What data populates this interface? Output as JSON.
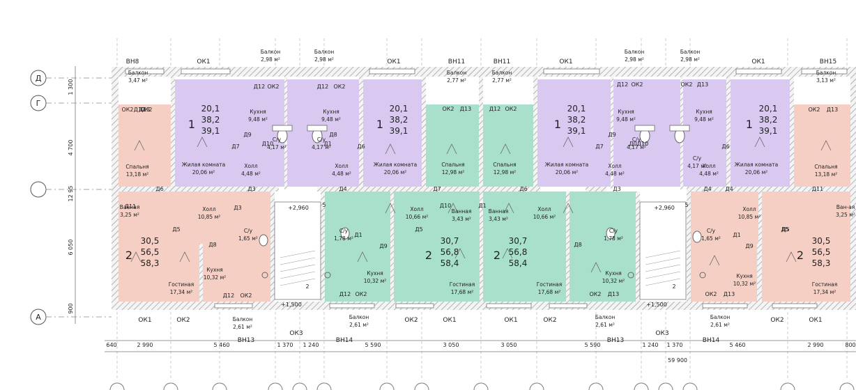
{
  "colors": {
    "purple": "#d9c8f0",
    "green": "#a8e0cc",
    "salmon": "#f6cfc4",
    "wall": "#8a8a8a"
  },
  "axes": {
    "rows": [
      "Д",
      "Г",
      "А"
    ],
    "left_dims": [
      "1 300",
      "4 700",
      "12 95",
      "6 050",
      "900"
    ]
  },
  "top_labels": [
    {
      "text": "ВН8"
    },
    {
      "text": "ОК1"
    },
    {
      "text": "ОК1"
    },
    {
      "text": "ВН11"
    },
    {
      "text": "ВН11"
    },
    {
      "text": "ОК1"
    },
    {
      "text": "ОК1"
    },
    {
      "text": "ВН15"
    }
  ],
  "balconies_top": [
    {
      "name": "Балкон",
      "area": "3,47 м²"
    },
    {
      "name": "Балкон",
      "area": "2,98 м²"
    },
    {
      "name": "Балкон",
      "area": "2,98 м²"
    },
    {
      "name": "Балкон",
      "area": "2,77 м²"
    },
    {
      "name": "Балкон",
      "area": "2,77 м²"
    },
    {
      "name": "Балкон",
      "area": "2,98 м²"
    },
    {
      "name": "Балкон",
      "area": "2,98 м²"
    },
    {
      "name": "Балкон",
      "area": "3,13 м²"
    }
  ],
  "apts_1": [
    {
      "num": "1",
      "a1": "20,1",
      "a2": "38,2",
      "a3": "39,1"
    },
    {
      "num": "1",
      "a1": "20,1",
      "a2": "38,2",
      "a3": "39,1"
    },
    {
      "num": "1",
      "a1": "20,1",
      "a2": "38,2",
      "a3": "39,1"
    },
    {
      "num": "1",
      "a1": "20,1",
      "a2": "38,2",
      "a3": "39,1"
    }
  ],
  "apts_2": [
    {
      "num": "2",
      "a1": "30,5",
      "a2": "56,5",
      "a3": "58,3"
    },
    {
      "num": "2",
      "a1": "30,7",
      "a2": "56,8",
      "a3": "58,4"
    },
    {
      "num": "2",
      "a1": "30,7",
      "a2": "56,8",
      "a3": "58,4"
    },
    {
      "num": "2",
      "a1": "30,5",
      "a2": "56,5",
      "a3": "58,3"
    }
  ],
  "rooms": [
    {
      "name": "Жилая комната",
      "area": "20,06 м²"
    },
    {
      "name": "Жилая комната",
      "area": "20,06 м²"
    },
    {
      "name": "Жилая комната",
      "area": "20,06 м²"
    },
    {
      "name": "Жилая комната",
      "area": "20,06 м²"
    },
    {
      "name": "Кухня",
      "area": "9,48 м²"
    },
    {
      "name": "Кухня",
      "area": "9,48 м²"
    },
    {
      "name": "Кухня",
      "area": "9,48 м²"
    },
    {
      "name": "Кухня",
      "area": "9,48 м²"
    },
    {
      "name": "Холл",
      "area": "4,48 м²"
    },
    {
      "name": "Холл",
      "area": "4,48 м²"
    },
    {
      "name": "Холл",
      "area": "4,48 м²"
    },
    {
      "name": "Холл",
      "area": "4,48 м²"
    },
    {
      "name": "С/у",
      "area": "4,17 м²"
    },
    {
      "name": "С/у",
      "area": "4,17 м²"
    },
    {
      "name": "С/у",
      "area": "4,17 м²"
    },
    {
      "name": "С/у",
      "area": "4,17 м²"
    },
    {
      "name": "Спальня",
      "area": "13,18 м²"
    },
    {
      "name": "Спальня",
      "area": "12,98 м²"
    },
    {
      "name": "Спальня",
      "area": "12,98 м²"
    },
    {
      "name": "Спальня",
      "area": "13,18 м²"
    },
    {
      "name": "Ванная",
      "area": "3,25 м²"
    },
    {
      "name": "Ванная",
      "area": "3,43 м²"
    },
    {
      "name": "Ванная",
      "area": "3,43 м²"
    },
    {
      "name": "Ван-ая",
      "area": "3,25 м²"
    },
    {
      "name": "Холл",
      "area": "10,85 м²"
    },
    {
      "name": "Холл",
      "area": "10,66 м²"
    },
    {
      "name": "Холл",
      "area": "10,66 м²"
    },
    {
      "name": "Холл",
      "area": "10,85 м²"
    },
    {
      "name": "С/у",
      "area": "1,65 м²"
    },
    {
      "name": "С/у",
      "area": "1,78 м²"
    },
    {
      "name": "С/у",
      "area": "1,78 м²"
    },
    {
      "name": "С/у",
      "area": "1,65 м²"
    },
    {
      "name": "Кухня",
      "area": "10,32 м²"
    },
    {
      "name": "Кухня",
      "area": "10,32 м²"
    },
    {
      "name": "Кухня",
      "area": "10,32 м²"
    },
    {
      "name": "Кухня",
      "area": "10,32 м²"
    },
    {
      "name": "Гостиная",
      "area": "17,34 м²"
    },
    {
      "name": "Гостиная",
      "area": "17,68 м²"
    },
    {
      "name": "Гостиная",
      "area": "17,68 м²"
    },
    {
      "name": "Гостиная",
      "area": "17,34 м²"
    }
  ],
  "door_labels": [
    "Д12",
    "ОК2",
    "Д12",
    "ОК2",
    "ОК2",
    "Д13",
    "ОК2",
    "Д13",
    "Д12",
    "ОК2",
    "Д12",
    "ОК2",
    "ОК2",
    "Д13",
    "ОК2",
    "Д13",
    "Д9",
    "Д7",
    "Д10",
    "Д1",
    "Д8",
    "Д6",
    "Д3",
    "Д4",
    "Д6",
    "Д11",
    "Д5",
    "Д8",
    "Д9",
    "Д1",
    "Д5",
    "Д7",
    "Д10",
    "Д1",
    "Д5",
    "Д9",
    "Д4",
    "Д7",
    "Д0",
    "Д3",
    "Д10",
    "Д6",
    "Д11",
    "Д8",
    "Д5",
    "Д12",
    "ОК2",
    "Д12",
    "ОК2",
    "ОК2",
    "Д13",
    "ОК2",
    "Д13",
    "Д12",
    "ОК2",
    "Д9",
    "Д6",
    "Д4",
    "Д3",
    "Д1"
  ],
  "bottom_labels": [
    "ОК1",
    "ОК2",
    "ОК2",
    "ОК1",
    "ОК1",
    "ОК2",
    "ОК2",
    "ОК1",
    "ВН13",
    "ОК3",
    "ВН14",
    "ВН13",
    "ОК3",
    "ВН14"
  ],
  "balconies_bottom": [
    {
      "name": "Балкон",
      "area": "2,61 м²"
    },
    {
      "name": "Балкон",
      "area": "2,61 м²"
    },
    {
      "name": "Балкон",
      "area": "2,61 м²"
    },
    {
      "name": "Балкон",
      "area": "2,61 м²"
    }
  ],
  "levels": [
    "+2,960",
    "+2,960",
    "+1,500",
    "+1,500"
  ],
  "stair_marks": [
    "5",
    "5",
    "2",
    "2"
  ],
  "bottom_dims": [
    "640",
    "2 990",
    "5 460",
    "1 370",
    "1 240",
    "5 590",
    "3 050",
    "3 050",
    "5 590",
    "1 240",
    "1 370",
    "5 460",
    "2 990",
    "800"
  ],
  "total_dim": "59 900"
}
